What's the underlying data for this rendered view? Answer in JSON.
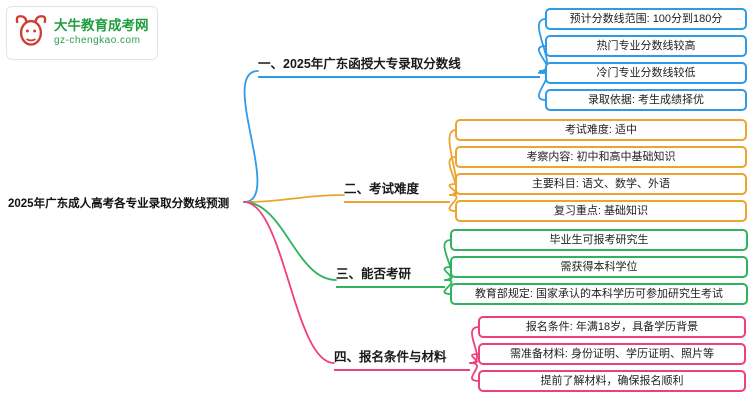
{
  "logo": {
    "site_name": "大牛教育成考网",
    "site_url": "gz-chengkao.com",
    "icon": "bull-icon"
  },
  "central": {
    "title": "2025年广东成人高考各专业录取分数线预测"
  },
  "colors": {
    "branch1": "#2e9be6",
    "branch2": "#eda42f",
    "branch3": "#2eb35f",
    "branch4": "#ee3f7f",
    "logo_red": "#d23b31",
    "logo_green": "#1f9d3f"
  },
  "branches": [
    {
      "label": "一、2025年广东函授大专录取分数线",
      "children": [
        "预计分数线范围: 100分到180分",
        "热门专业分数线较高",
        "冷门专业分数线较低",
        "录取依据: 考生成绩择优"
      ]
    },
    {
      "label": "二、考试难度",
      "children": [
        "考试难度: 适中",
        "考察内容: 初中和高中基础知识",
        "主要科目: 语文、数学、外语",
        "复习重点: 基础知识"
      ]
    },
    {
      "label": "三、能否考研",
      "children": [
        "毕业生可报考研究生",
        "需获得本科学位",
        "教育部规定: 国家承认的本科学历可参加研究生考试"
      ]
    },
    {
      "label": "四、报名条件与材料",
      "children": [
        "报名条件: 年满18岁，具备学历背景",
        "需准备材料: 身份证明、学历证明、照片等",
        "提前了解材料，确保报名顺利"
      ]
    }
  ]
}
